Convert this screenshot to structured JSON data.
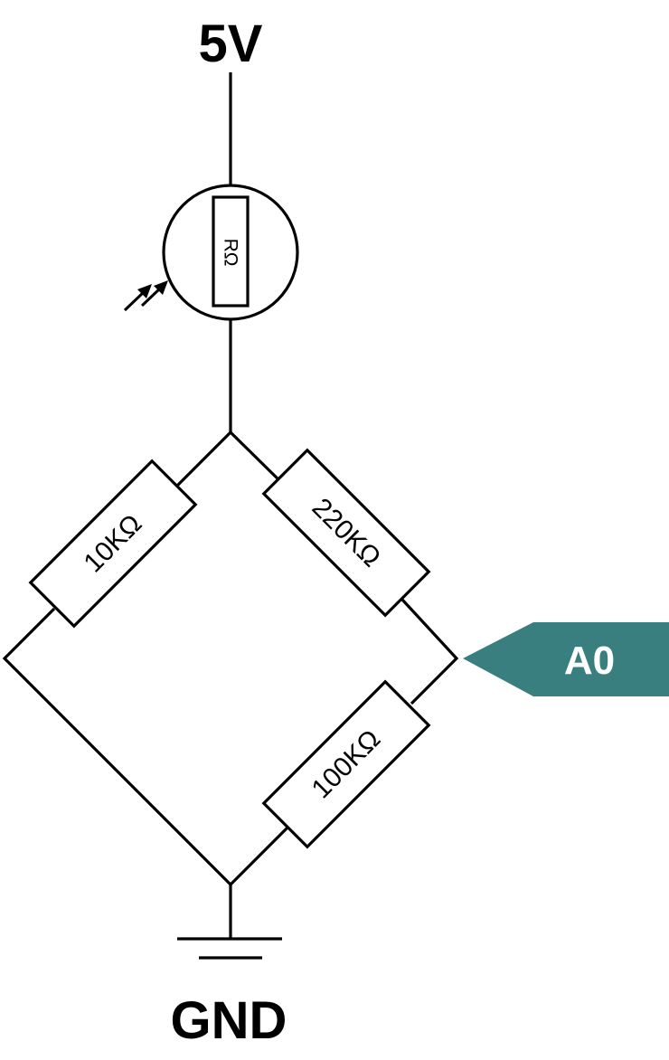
{
  "labels": {
    "supply": "5V",
    "ground": "GND"
  },
  "components": {
    "ldr": {
      "label": "RΩ"
    },
    "r_upper_left": {
      "label": "10KΩ"
    },
    "r_upper_right": {
      "label": "220KΩ"
    },
    "r_lower_right": {
      "label": "100KΩ"
    }
  },
  "output_port": {
    "label": "A0",
    "color": "#3a7f80"
  }
}
